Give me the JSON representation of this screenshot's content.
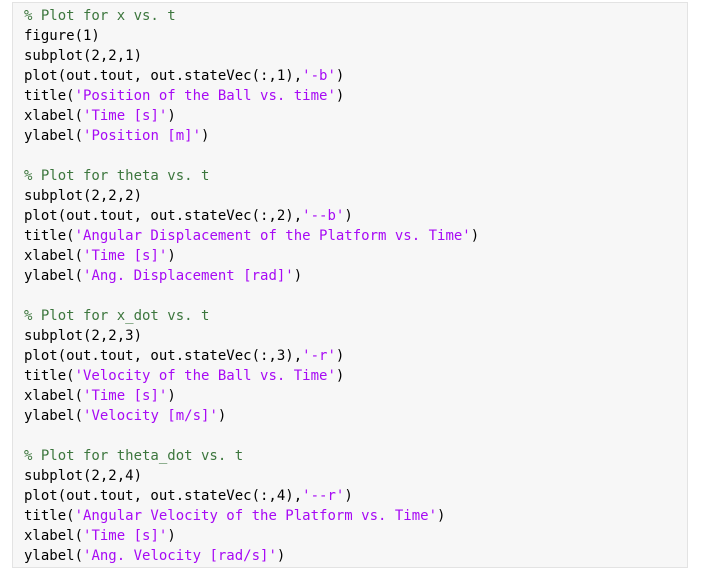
{
  "colors": {
    "background": "#ffffff",
    "editor_background": "#f7f7f7",
    "code_text": "#000000",
    "comment": "#3c763d",
    "string": "#a709f5"
  },
  "code": {
    "lines": [
      [
        {
          "type": "comment",
          "text": "% Plot for x vs. t"
        }
      ],
      [
        {
          "type": "plain",
          "text": "figure(1)"
        }
      ],
      [
        {
          "type": "plain",
          "text": "subplot(2,2,1)"
        }
      ],
      [
        {
          "type": "plain",
          "text": "plot(out.tout, out.stateVec(:,1),"
        },
        {
          "type": "string",
          "text": "'-b'"
        },
        {
          "type": "plain",
          "text": ")"
        }
      ],
      [
        {
          "type": "plain",
          "text": "title("
        },
        {
          "type": "string",
          "text": "'Position of the Ball vs. time'"
        },
        {
          "type": "plain",
          "text": ")"
        }
      ],
      [
        {
          "type": "plain",
          "text": "xlabel("
        },
        {
          "type": "string",
          "text": "'Time [s]'"
        },
        {
          "type": "plain",
          "text": ")"
        }
      ],
      [
        {
          "type": "plain",
          "text": "ylabel("
        },
        {
          "type": "string",
          "text": "'Position [m]'"
        },
        {
          "type": "plain",
          "text": ")"
        }
      ],
      [],
      [
        {
          "type": "comment",
          "text": "% Plot for theta vs. t"
        }
      ],
      [
        {
          "type": "plain",
          "text": "subplot(2,2,2)"
        }
      ],
      [
        {
          "type": "plain",
          "text": "plot(out.tout, out.stateVec(:,2),"
        },
        {
          "type": "string",
          "text": "'--b'"
        },
        {
          "type": "plain",
          "text": ")"
        }
      ],
      [
        {
          "type": "plain",
          "text": "title("
        },
        {
          "type": "string",
          "text": "'Angular Displacement of the Platform vs. Time'"
        },
        {
          "type": "plain",
          "text": ")"
        }
      ],
      [
        {
          "type": "plain",
          "text": "xlabel("
        },
        {
          "type": "string",
          "text": "'Time [s]'"
        },
        {
          "type": "plain",
          "text": ")"
        }
      ],
      [
        {
          "type": "plain",
          "text": "ylabel("
        },
        {
          "type": "string",
          "text": "'Ang. Displacement [rad]'"
        },
        {
          "type": "plain",
          "text": ")"
        }
      ],
      [],
      [
        {
          "type": "comment",
          "text": "% Plot for x_dot vs. t"
        }
      ],
      [
        {
          "type": "plain",
          "text": "subplot(2,2,3)"
        }
      ],
      [
        {
          "type": "plain",
          "text": "plot(out.tout, out.stateVec(:,3),"
        },
        {
          "type": "string",
          "text": "'-r'"
        },
        {
          "type": "plain",
          "text": ")"
        }
      ],
      [
        {
          "type": "plain",
          "text": "title("
        },
        {
          "type": "string",
          "text": "'Velocity of the Ball vs. Time'"
        },
        {
          "type": "plain",
          "text": ")"
        }
      ],
      [
        {
          "type": "plain",
          "text": "xlabel("
        },
        {
          "type": "string",
          "text": "'Time [s]'"
        },
        {
          "type": "plain",
          "text": ")"
        }
      ],
      [
        {
          "type": "plain",
          "text": "ylabel("
        },
        {
          "type": "string",
          "text": "'Velocity [m/s]'"
        },
        {
          "type": "plain",
          "text": ")"
        }
      ],
      [],
      [
        {
          "type": "comment",
          "text": "% Plot for theta_dot vs. t"
        }
      ],
      [
        {
          "type": "plain",
          "text": "subplot(2,2,4)"
        }
      ],
      [
        {
          "type": "plain",
          "text": "plot(out.tout, out.stateVec(:,4),"
        },
        {
          "type": "string",
          "text": "'--r'"
        },
        {
          "type": "plain",
          "text": ")"
        }
      ],
      [
        {
          "type": "plain",
          "text": "title("
        },
        {
          "type": "string",
          "text": "'Angular Velocity of the Platform vs. Time'"
        },
        {
          "type": "plain",
          "text": ")"
        }
      ],
      [
        {
          "type": "plain",
          "text": "xlabel("
        },
        {
          "type": "string",
          "text": "'Time [s]'"
        },
        {
          "type": "plain",
          "text": ")"
        }
      ],
      [
        {
          "type": "plain",
          "text": "ylabel("
        },
        {
          "type": "string",
          "text": "'Ang. Velocity [rad/s]'"
        },
        {
          "type": "plain",
          "text": ")"
        }
      ]
    ]
  }
}
